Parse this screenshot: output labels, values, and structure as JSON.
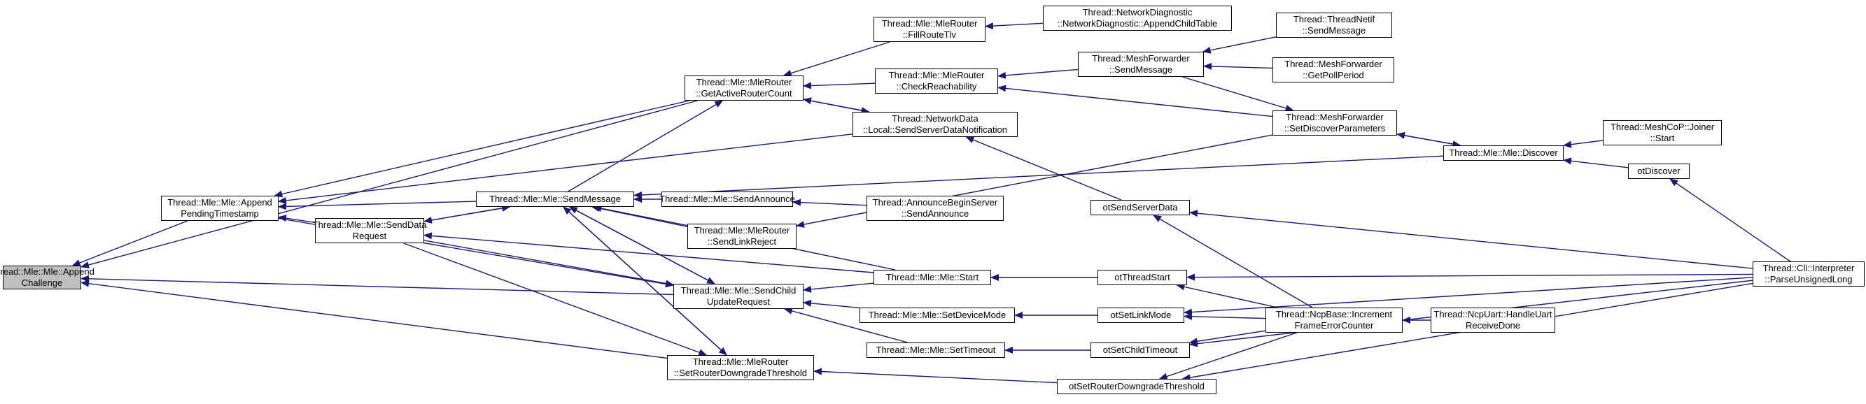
{
  "graph": {
    "edge_color": "#191970",
    "root_fill": "#bfbfbf",
    "nodes": [
      {
        "id": "n0",
        "lines": [
          "Thread::Mle::Mle::Append",
          "Challenge"
        ],
        "root": true
      },
      {
        "id": "n1",
        "lines": [
          "Thread::Mle::Mle::Append",
          "PendingTimestamp"
        ]
      },
      {
        "id": "n2",
        "lines": [
          "Thread::Mle::MleRouter",
          "::GetActiveRouterCount"
        ]
      },
      {
        "id": "n3",
        "lines": [
          "Thread::Mle::Mle::SendChild",
          "UpdateRequest"
        ]
      },
      {
        "id": "n4",
        "lines": [
          "Thread::Mle::MleRouter",
          "::SetRouterDowngradeThreshold"
        ]
      },
      {
        "id": "n5",
        "lines": [
          "Thread::Mle::Mle::SendData",
          "Request"
        ]
      },
      {
        "id": "n6",
        "lines": [
          "Thread::Mle::Mle::SendMessage"
        ]
      },
      {
        "id": "n7",
        "lines": [
          "Thread::NetworkData",
          "::Local::SendServerDataNotification"
        ]
      },
      {
        "id": "n8",
        "lines": [
          "Thread::Mle::Mle::Discover"
        ]
      },
      {
        "id": "n9",
        "lines": [
          "Thread::Mle::Mle::SendAnnounce"
        ]
      },
      {
        "id": "n10",
        "lines": [
          "Thread::Mle::MleRouter",
          "::SendLinkReject"
        ]
      },
      {
        "id": "n11",
        "lines": [
          "Thread::Mle::Mle::Start"
        ]
      },
      {
        "id": "n12",
        "lines": [
          "Thread::Mle::MleRouter",
          "::FillRouteTlv"
        ]
      },
      {
        "id": "n13",
        "lines": [
          "Thread::Mle::MleRouter",
          "::CheckReachability"
        ]
      },
      {
        "id": "n14",
        "lines": [
          "Thread::NetworkDiagnostic",
          "::NetworkDiagnostic::AppendChildTable"
        ]
      },
      {
        "id": "n15",
        "lines": [
          "Thread::MeshForwarder",
          "::SendMessage"
        ]
      },
      {
        "id": "n16",
        "lines": [
          "Thread::MeshForwarder",
          "::SetDiscoverParameters"
        ]
      },
      {
        "id": "n17",
        "lines": [
          "Thread::ThreadNetif",
          "::SendMessage"
        ]
      },
      {
        "id": "n18",
        "lines": [
          "Thread::MeshForwarder",
          "::GetPollPeriod"
        ]
      },
      {
        "id": "n19",
        "lines": [
          "Thread::MeshCoP::Joiner",
          "::Start"
        ]
      },
      {
        "id": "n20",
        "lines": [
          "otDiscover"
        ]
      },
      {
        "id": "n21",
        "lines": [
          "Thread::Cli::Interpreter",
          "::ParseUnsignedLong"
        ]
      },
      {
        "id": "n22",
        "lines": [
          "otSendServerData"
        ]
      },
      {
        "id": "n23",
        "lines": [
          "Thread::NcpBase::Increment",
          "FrameErrorCounter"
        ]
      },
      {
        "id": "n24",
        "lines": [
          "Thread::AnnounceBeginServer",
          "::SendAnnounce"
        ]
      },
      {
        "id": "n25",
        "lines": [
          "otThreadStart"
        ]
      },
      {
        "id": "n26",
        "lines": [
          "Thread::Mle::Mle::SetDeviceMode"
        ]
      },
      {
        "id": "n27",
        "lines": [
          "otSetLinkMode"
        ]
      },
      {
        "id": "n28",
        "lines": [
          "Thread::NcpUart::HandleUart",
          "ReceiveDone"
        ]
      },
      {
        "id": "n29",
        "lines": [
          "Thread::Mle::Mle::SetTimeout"
        ]
      },
      {
        "id": "n30",
        "lines": [
          "otSetChildTimeout"
        ]
      },
      {
        "id": "n31",
        "lines": [
          "otSetRouterDowngradeThreshold"
        ]
      }
    ],
    "edges": [
      [
        "n1",
        "n0"
      ],
      [
        "n2",
        "n0"
      ],
      [
        "n3",
        "n0"
      ],
      [
        "n4",
        "n0"
      ],
      [
        "n2",
        "n1"
      ],
      [
        "n5",
        "n1"
      ],
      [
        "n6",
        "n1"
      ],
      [
        "n7",
        "n1"
      ],
      [
        "n12",
        "n2"
      ],
      [
        "n13",
        "n2"
      ],
      [
        "n6",
        "n2"
      ],
      [
        "n7",
        "n2"
      ],
      [
        "n1",
        "n3"
      ],
      [
        "n5",
        "n3"
      ],
      [
        "n6",
        "n3"
      ],
      [
        "n11",
        "n3"
      ],
      [
        "n26",
        "n3"
      ],
      [
        "n29",
        "n3"
      ],
      [
        "n6",
        "n4"
      ],
      [
        "n5",
        "n4"
      ],
      [
        "n31",
        "n4"
      ],
      [
        "n6",
        "n5"
      ],
      [
        "n11",
        "n5"
      ],
      [
        "n8",
        "n6"
      ],
      [
        "n9",
        "n6"
      ],
      [
        "n10",
        "n6"
      ],
      [
        "n11",
        "n6"
      ],
      [
        "n5",
        "n6"
      ],
      [
        "n3",
        "n6"
      ],
      [
        "n4",
        "n6"
      ],
      [
        "n22",
        "n7"
      ],
      [
        "n2",
        "n7"
      ],
      [
        "n16",
        "n8"
      ],
      [
        "n19",
        "n8"
      ],
      [
        "n20",
        "n8"
      ],
      [
        "n24",
        "n9"
      ],
      [
        "n16",
        "n10"
      ],
      [
        "n25",
        "n11"
      ],
      [
        "n14",
        "n12"
      ],
      [
        "n15",
        "n13"
      ],
      [
        "n16",
        "n13"
      ],
      [
        "n17",
        "n15"
      ],
      [
        "n18",
        "n15"
      ],
      [
        "n15",
        "n16"
      ],
      [
        "n8",
        "n16"
      ],
      [
        "n21",
        "n20"
      ],
      [
        "n21",
        "n22"
      ],
      [
        "n23",
        "n22"
      ],
      [
        "n28",
        "n23"
      ],
      [
        "n21",
        "n25"
      ],
      [
        "n23",
        "n25"
      ],
      [
        "n21",
        "n27"
      ],
      [
        "n23",
        "n27"
      ],
      [
        "n27",
        "n26"
      ],
      [
        "n30",
        "n29"
      ],
      [
        "n21",
        "n30"
      ],
      [
        "n23",
        "n30"
      ],
      [
        "n21",
        "n31"
      ],
      [
        "n23",
        "n31"
      ]
    ]
  }
}
